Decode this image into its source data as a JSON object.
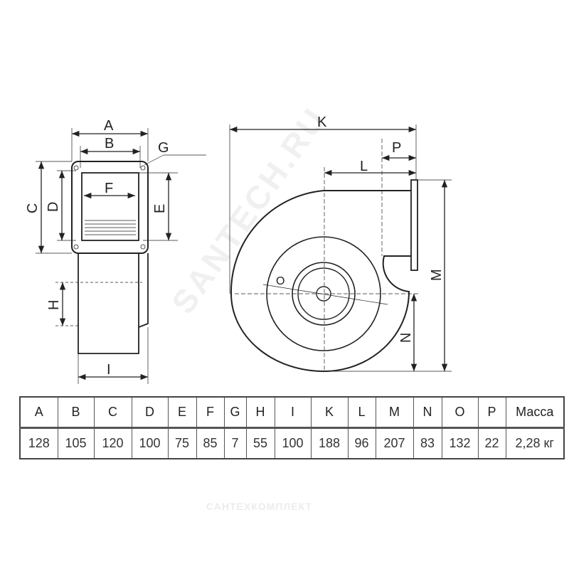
{
  "labels": {
    "A": "A",
    "B": "B",
    "C": "C",
    "D": "D",
    "E": "E",
    "F": "F",
    "G": "G",
    "H": "H",
    "I": "I",
    "K": "K",
    "L": "L",
    "M": "M",
    "N": "N",
    "O": "O",
    "P": "P"
  },
  "table": {
    "headers": [
      "A",
      "B",
      "C",
      "D",
      "E",
      "F",
      "G",
      "H",
      "I",
      "K",
      "L",
      "M",
      "N",
      "O",
      "P",
      "Масса"
    ],
    "values": [
      "128",
      "105",
      "120",
      "100",
      "75",
      "85",
      "7",
      "55",
      "100",
      "188",
      "96",
      "207",
      "83",
      "132",
      "22",
      "2,28 кг"
    ]
  },
  "watermark": {
    "main": "SANTECH.RU",
    "logo": "САНТЕХКОМПЛЕКТ"
  }
}
